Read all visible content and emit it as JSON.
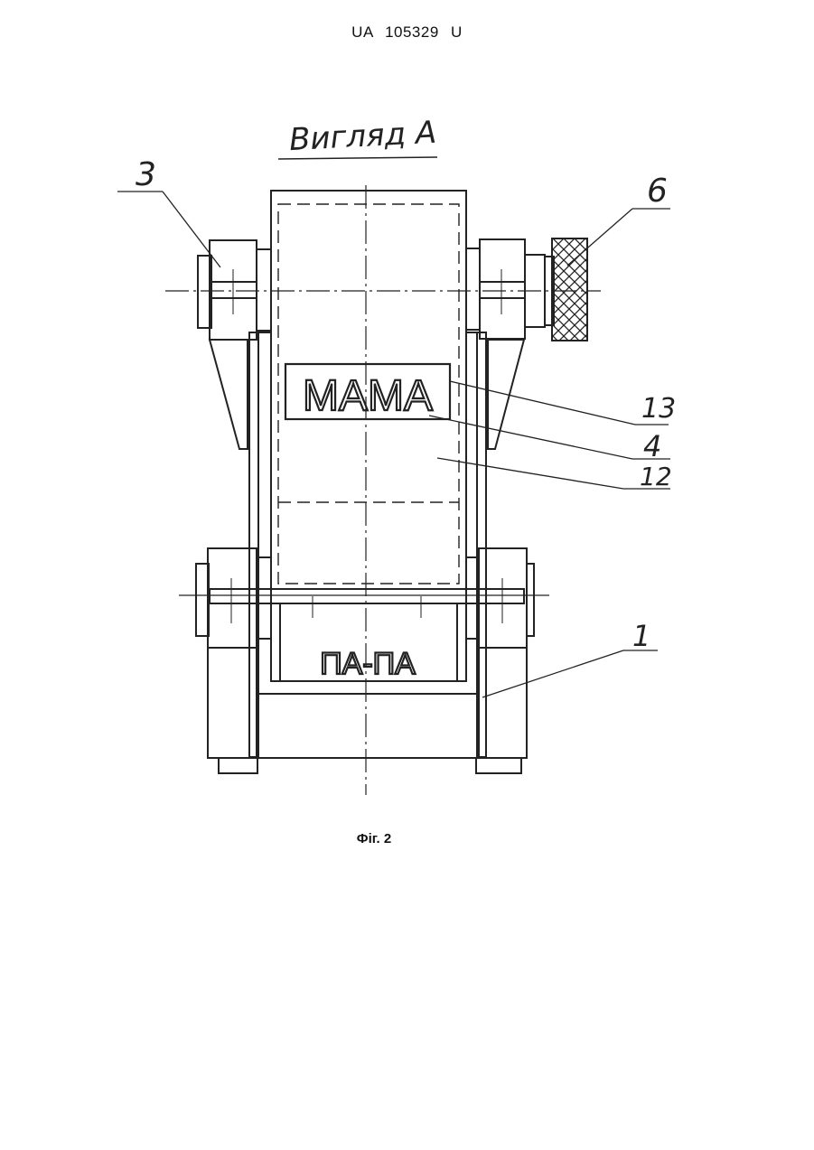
{
  "header": {
    "doc_number": "UA   105329   U"
  },
  "view": {
    "title": "Вигляд А"
  },
  "labels": {
    "part_3": "3",
    "part_6": "6",
    "part_13": "13",
    "part_4": "4",
    "part_12": "12",
    "part_1": "1"
  },
  "signs": {
    "upper": "МАМА",
    "lower": "ПА-ПА"
  },
  "caption": {
    "figure": "Фіг. 2"
  }
}
